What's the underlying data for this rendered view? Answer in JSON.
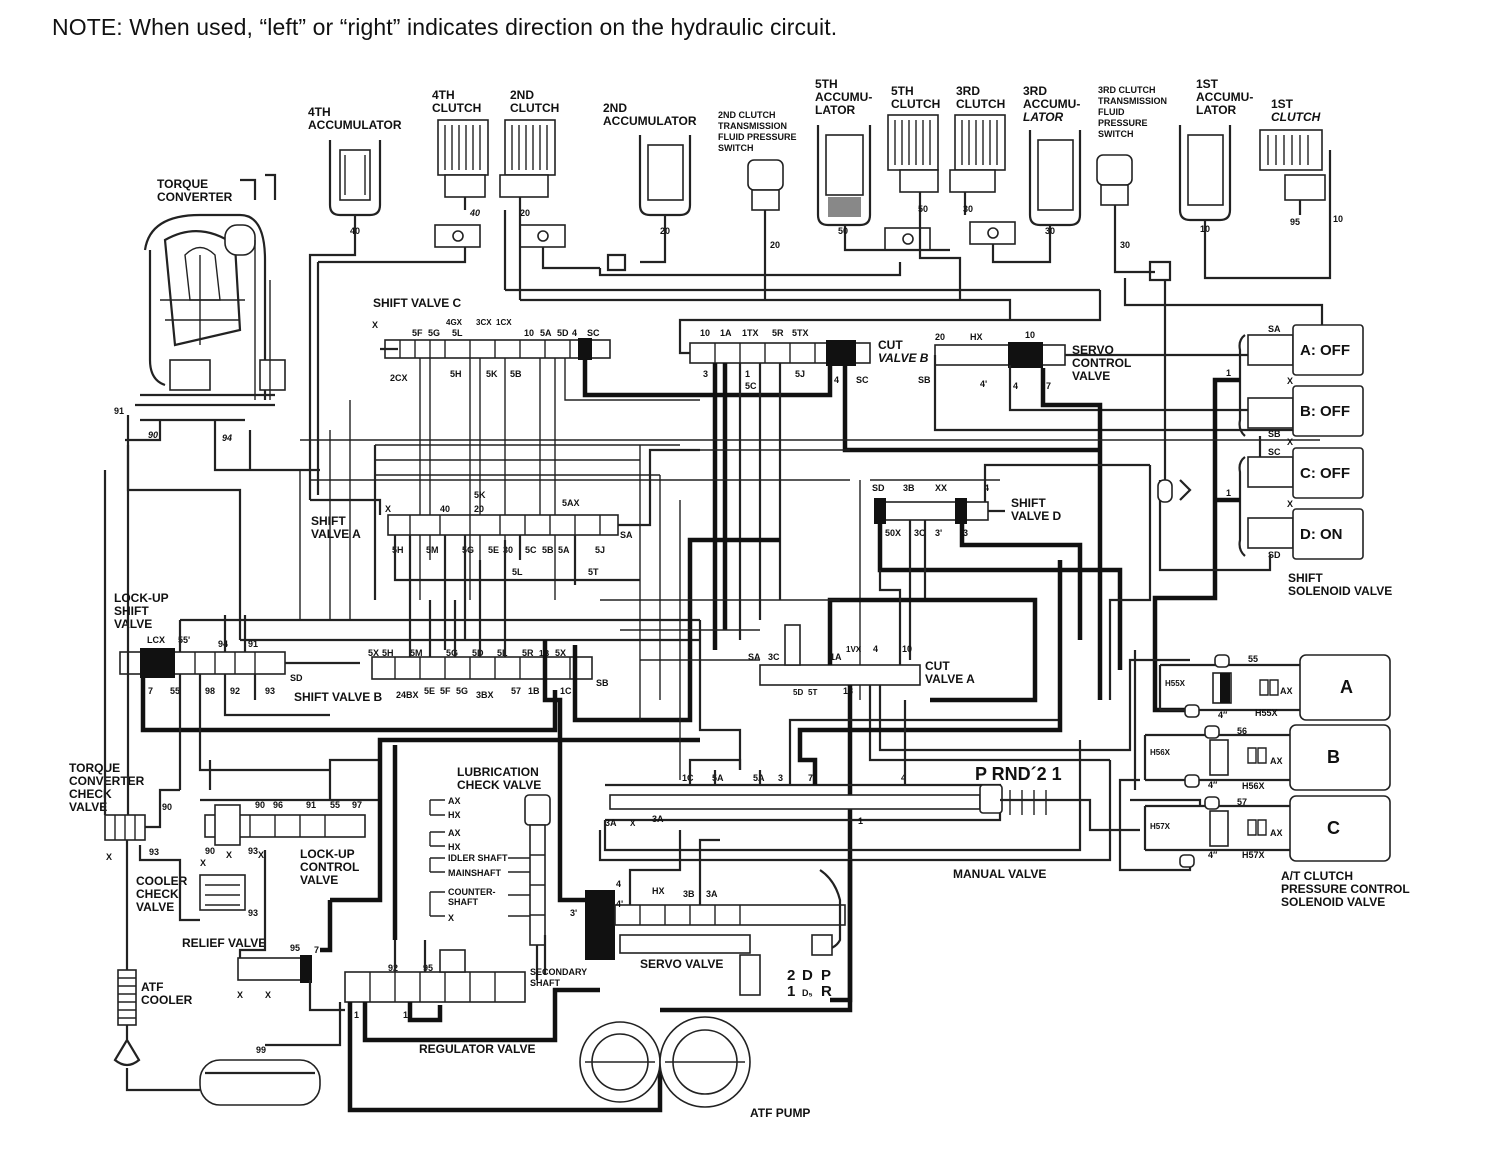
{
  "note": "NOTE: When used, “left” or “right” indicates direction on the hydraulic circuit.",
  "top_components": [
    {
      "id": "4th-accumulator",
      "lines": [
        "4TH",
        "ACCUMULATOR"
      ],
      "port": "40"
    },
    {
      "id": "4th-clutch",
      "lines": [
        "4TH",
        "CLUTCH"
      ],
      "port": "40"
    },
    {
      "id": "2nd-clutch",
      "lines": [
        "2ND",
        "CLUTCH"
      ],
      "port": "20"
    },
    {
      "id": "2nd-accumulator",
      "lines": [
        "2ND",
        "ACCUMULATOR"
      ],
      "port": "20"
    },
    {
      "id": "2nd-clutch-pressure-switch",
      "lines": [
        "2ND CLUTCH",
        "TRANSMISSION",
        "FLUID PRESSURE",
        "SWITCH"
      ],
      "port": "20"
    },
    {
      "id": "5th-accumulator",
      "lines": [
        "5TH",
        "ACCUMU-",
        "LATOR"
      ],
      "port": "50"
    },
    {
      "id": "5th-clutch",
      "lines": [
        "5TH",
        "CLUTCH"
      ],
      "port": "50"
    },
    {
      "id": "3rd-clutch",
      "lines": [
        "3RD",
        "CLUTCH"
      ],
      "port": "30"
    },
    {
      "id": "3rd-accumulator",
      "lines": [
        "3RD",
        "ACCUMU-",
        "LATOR"
      ],
      "port": "30"
    },
    {
      "id": "3rd-clutch-pressure-switch",
      "lines": [
        "3RD CLUTCH",
        "TRANSMISSION",
        "FLUID",
        "PRESSURE",
        "SWITCH"
      ],
      "port": "30"
    },
    {
      "id": "1st-accumulator",
      "lines": [
        "1ST",
        "ACCUMU-",
        "LATOR"
      ],
      "port": "10"
    },
    {
      "id": "1st-clutch",
      "lines": [
        "1ST",
        "CLUTCH"
      ],
      "port": "10"
    }
  ],
  "labels": {
    "torque_converter": [
      "TORQUE",
      "CONVERTER"
    ],
    "shift_valve_c": "SHIFT VALVE C",
    "shift_valve_a": [
      "SHIFT",
      "VALVE A"
    ],
    "shift_valve_b": "SHIFT VALVE B",
    "shift_valve_d": [
      "SHIFT",
      "VALVE D"
    ],
    "cut_valve_b": [
      "CUT",
      "VALVE B"
    ],
    "cut_valve_a": [
      "CUT",
      "VALVE A"
    ],
    "servo_control_valve": [
      "SERVO",
      "CONTROL",
      "VALVE"
    ],
    "lockup_shift_valve": [
      "LOCK-UP",
      "SHIFT",
      "VALVE"
    ],
    "torque_converter_check_valve": [
      "TORQUE",
      "CONVERTER",
      "CHECK",
      "VALVE"
    ],
    "cooler_check_valve": [
      "COOLER",
      "CHECK",
      "VALVE"
    ],
    "lockup_control_valve": [
      "LOCK-UP",
      "CONTROL",
      "VALVE"
    ],
    "relief_valve": "RELIEF VALVE",
    "atf_cooler": [
      "ATF",
      "COOLER"
    ],
    "lubrication_check_valve": [
      "LUBRICATION",
      "CHECK VALVE"
    ],
    "lube_ports": [
      "AX",
      "HX",
      "AX",
      "HX",
      "IDLER SHAFT",
      "MAINSHAFT",
      "COUNTER-",
      "SHAFT",
      "X"
    ],
    "secondary_shaft": [
      "SECONDARY",
      "SHAFT"
    ],
    "servo_valve": "SERVO VALVE",
    "regulator_valve": "REGULATOR VALVE",
    "atf_pump": "ATF PUMP",
    "manual_valve": "MANUAL VALVE",
    "manual_positions": "P  RND´2 1",
    "shift_solenoid_valve": [
      "SHIFT",
      "SOLENOID VALVE"
    ],
    "atclutch_solenoid": [
      "A/T CLUTCH",
      "PRESSURE CONTROL",
      "SOLENOID VALVE"
    ],
    "selector_cols": [
      "2",
      "1",
      "D",
      "D₅",
      "P",
      "R"
    ]
  },
  "solenoids": [
    {
      "name": "A: OFF"
    },
    {
      "name": "B: OFF"
    },
    {
      "name": "C: OFF"
    },
    {
      "name": "D: ON"
    }
  ],
  "pressure_solenoids": [
    {
      "name": "A",
      "ports": [
        "H55X",
        "55",
        "AX",
        "H55X"
      ]
    },
    {
      "name": "B",
      "ports": [
        "H56X",
        "56",
        "AX",
        "H56X"
      ]
    },
    {
      "name": "C",
      "ports": [
        "H57X",
        "57",
        "AX",
        "H57X"
      ]
    }
  ],
  "port_labels": {
    "shift_c_top": [
      "X",
      "5F",
      "5G",
      "4GX",
      "5L",
      "3CX",
      "1CX",
      "10",
      "5A",
      "5D",
      "4",
      "SC"
    ],
    "shift_c_bottom": [
      "2CX",
      "5H",
      "5K",
      "5B"
    ],
    "cut_b_top": [
      "10",
      "1A",
      "1TX",
      "5R",
      "5TX"
    ],
    "cut_b_bottom": [
      "3",
      "1",
      "5C",
      "5J",
      "4",
      "SC"
    ],
    "servo_ctrl": [
      "20",
      "HX",
      "10",
      "SB",
      "4'",
      "4",
      "7",
      "SA"
    ],
    "shift_a_top": [
      "X",
      "40",
      "5K",
      "20",
      "5AX"
    ],
    "shift_a_bottom": [
      "5H",
      "5M",
      "5G",
      "5E",
      "30",
      "5C",
      "5B",
      "5A",
      "5J",
      "5L",
      "5T",
      "SA"
    ],
    "shift_d": [
      "SD",
      "3B",
      "XX",
      "4",
      "50X",
      "3C",
      "3'",
      "3"
    ],
    "shift_b_top": [
      "5X",
      "5H",
      "5M",
      "5G",
      "5D",
      "5L",
      "5R",
      "1B",
      "5X"
    ],
    "shift_b_bottom": [
      "24BX",
      "5E",
      "5F",
      "5G",
      "3BX",
      "57",
      "1B",
      "1C",
      "SB"
    ],
    "lockup": [
      "LCX",
      "55'",
      "94",
      "91",
      "SD",
      "7",
      "55",
      "98",
      "92",
      "93"
    ],
    "cut_a": [
      "SA",
      "3C",
      "1A",
      "1VX",
      "4",
      "10",
      "5D",
      "5T",
      "18"
    ],
    "tc_misc": [
      "91",
      "90",
      "94"
    ],
    "lower": [
      "90",
      "93",
      "X",
      "90",
      "96",
      "91",
      "55",
      "97",
      "X",
      "X",
      "93",
      "95",
      "7",
      "X",
      "X",
      "93",
      "92",
      "95",
      "1",
      "1",
      "99"
    ],
    "manual": [
      "1C",
      "5A",
      "5A",
      "3",
      "7",
      "4",
      "1",
      "3A",
      "X",
      "3A",
      "4",
      "4'",
      "HX",
      "3B",
      "3A",
      "3'"
    ],
    "sol_ports": [
      "SA",
      "X",
      "SB",
      "X",
      "SC",
      "X",
      "SD",
      "1",
      "1",
      "4″",
      "4″",
      "4″"
    ]
  }
}
